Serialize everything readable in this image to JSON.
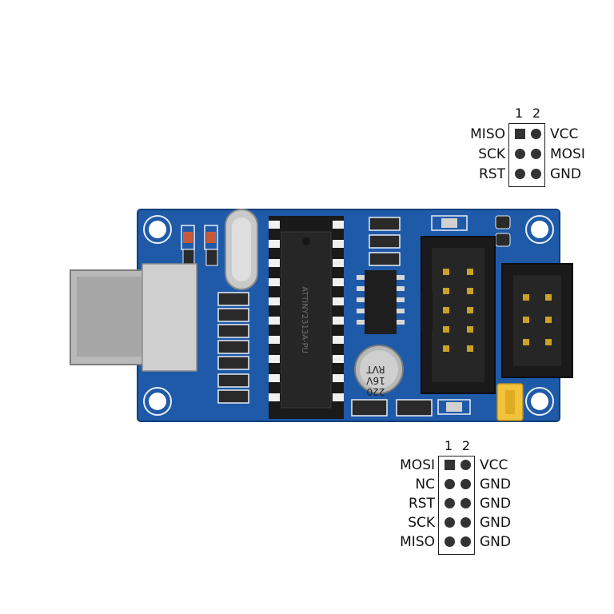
{
  "header_6pin": {
    "pin_numbers": [
      "1",
      "2"
    ],
    "rows": [
      {
        "left": "MISO",
        "right": "VCC",
        "first_square": true
      },
      {
        "left": "SCK",
        "right": "MOSI",
        "first_square": false
      },
      {
        "left": "RST",
        "right": "GND",
        "first_square": false
      }
    ]
  },
  "header_10pin": {
    "pin_numbers": [
      "1",
      "2"
    ],
    "rows": [
      {
        "left": "MOSI",
        "right": "VCC",
        "first_square": true
      },
      {
        "left": "NC",
        "right": "GND",
        "first_square": false
      },
      {
        "left": "RST",
        "right": "GND",
        "first_square": false
      },
      {
        "left": "SCK",
        "right": "GND",
        "first_square": false
      },
      {
        "left": "MISO",
        "right": "GND",
        "first_square": false
      }
    ]
  },
  "board": {
    "ic_marking": "ATTINY2313A-PU",
    "capacitor_marking": [
      "220",
      "16V",
      "RVT"
    ],
    "colors": {
      "pcb": "#1f5aa8",
      "pcb_dark": "#143f7a",
      "silk": "#e8eef8",
      "usb": "#b9b9b9",
      "header": "#1a1a1a",
      "jumper": "#f2c23a"
    }
  }
}
